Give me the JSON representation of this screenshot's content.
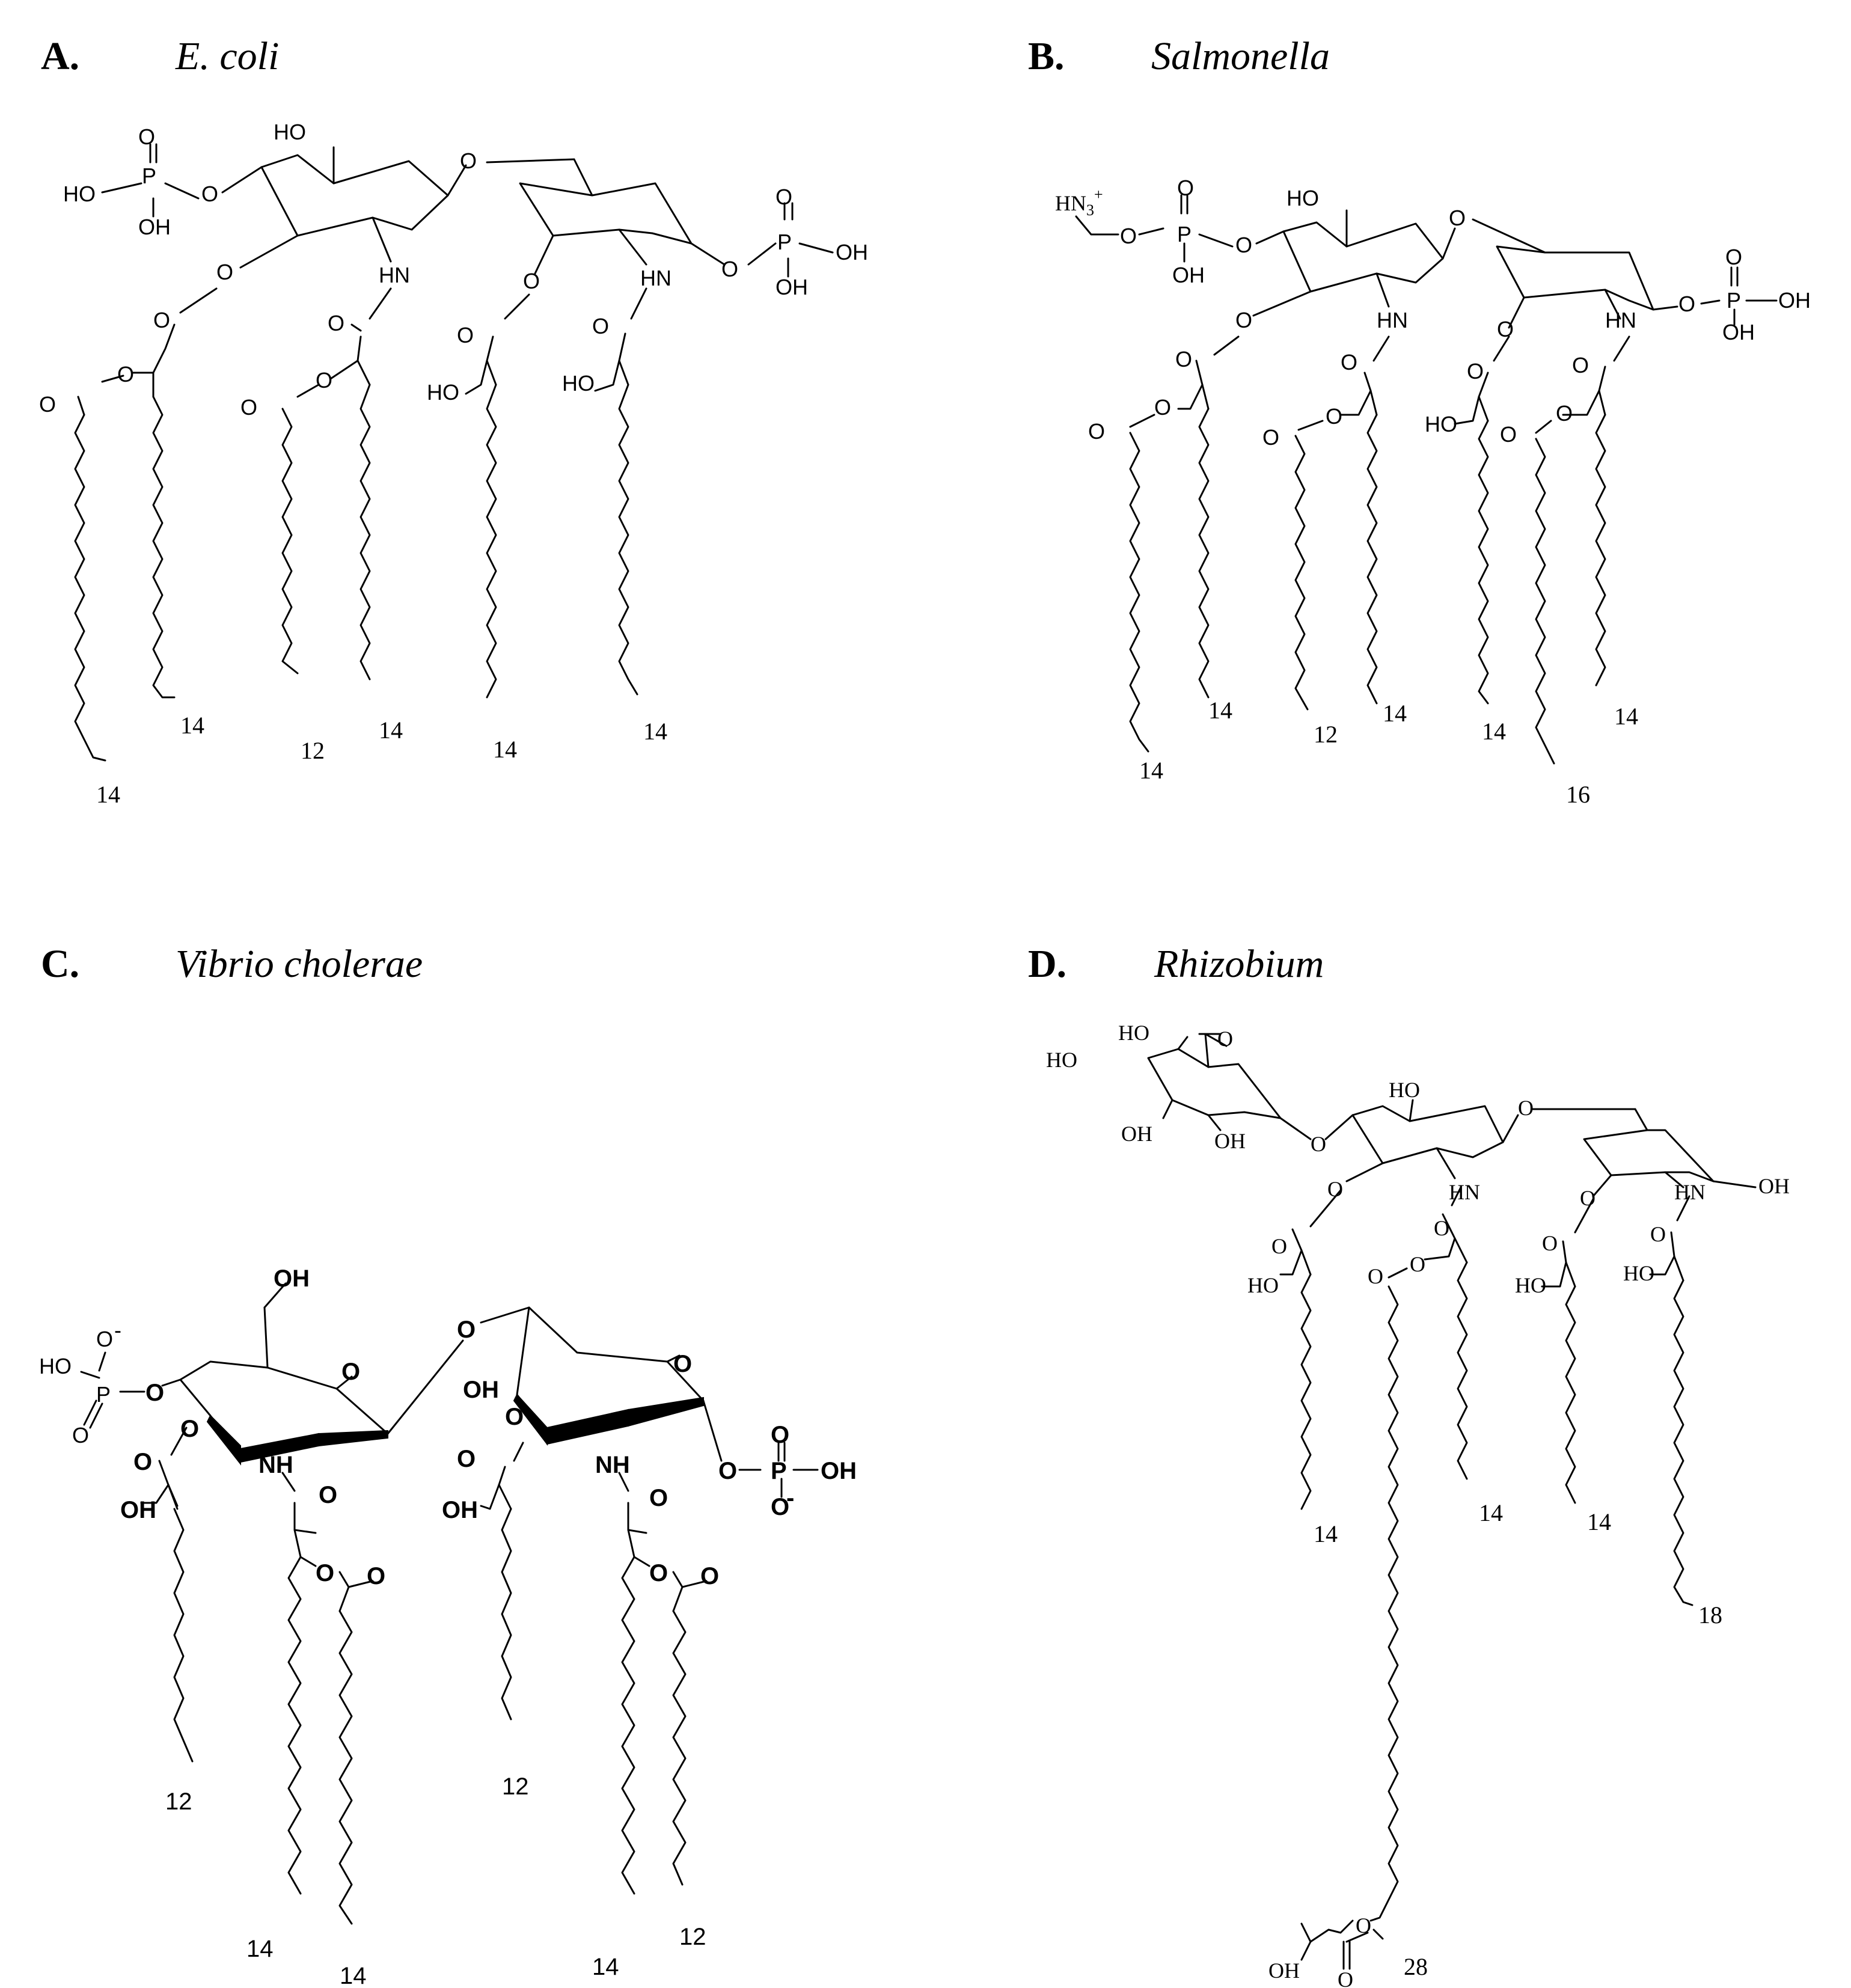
{
  "panels": [
    {
      "letter": "A.",
      "organism": "E. coli",
      "atoms": {
        "ho_top": "HO",
        "o_link": "O",
        "p_left": "P",
        "o_double_left": "O",
        "ho_p_left": "HO",
        "oh_p_left": "OH",
        "o_ester_left": "O",
        "hn_1": "HN",
        "o_ring_1a": "O",
        "o_ring_2": "O",
        "hn_2": "HN",
        "p_right": "P",
        "o_double_right": "O",
        "oh_p_right": "OH",
        "oh_p_right_2": "OH",
        "o_ester_right": "O",
        "o_c1": "O",
        "o_c2": "O",
        "o_c3": "O",
        "o_c4": "O",
        "o_c5": "O",
        "o_c6": "O",
        "o_c7": "O",
        "ho_c1": "HO",
        "ho_c2": "HO",
        "o_p_link_left": "O",
        "o_p_link_right": "O"
      },
      "chain_lengths": [
        "14",
        "14",
        "12",
        "14",
        "14",
        "14"
      ]
    },
    {
      "letter": "B.",
      "organism": "Salmonella",
      "atoms": {
        "hn3": "HN",
        "hn3_sub": "3",
        "hn3_sup": "+",
        "ho_top": "HO",
        "o_link": "O",
        "p_left": "P",
        "o_double_left": "O",
        "oh_p_left": "OH",
        "o_p_a": "O",
        "o_p_b": "O",
        "o_ester_left": "O",
        "hn_1": "HN",
        "hn_2": "HN",
        "p_right": "P",
        "o_double_right": "O",
        "oh_p_right": "OH",
        "oh_p_right_2": "OH",
        "o_p_link_right": "O",
        "o_ester_right": "O",
        "o_c1": "O",
        "o_c2": "O",
        "o_c3": "O",
        "o_c4": "O",
        "o_c5": "O",
        "o_c6": "O",
        "o_c7": "O",
        "o_c8": "O",
        "o_c9": "O",
        "o_c10": "O",
        "ho_c1": "HO"
      },
      "chain_lengths": [
        "14",
        "14",
        "12",
        "14",
        "14",
        "16",
        "14"
      ]
    },
    {
      "letter": "C.",
      "organism": "Vibrio cholerae",
      "atoms": {
        "oh_top": "OH",
        "ho_p": "HO",
        "p_left": "P",
        "o_minus_left": "O",
        "minus": "-",
        "o_double_left": "O",
        "o_p_link_left": "O",
        "o_ring_1": "O",
        "o_link": "O",
        "o_ring_2": "O",
        "oh_ring2": "OH",
        "o_ester_1": "O",
        "o_ester_2": "O",
        "nh_1": "NH",
        "nh_2": "NH",
        "o_c1": "O",
        "o_c2": "O",
        "o_c3": "O",
        "o_c4": "O",
        "o_c5": "O",
        "o_c6": "O",
        "o_c7": "O",
        "o_c8": "O",
        "oh_c1": "OH",
        "oh_c2": "OH",
        "o_p_link_right": "O",
        "p_right": "P",
        "o_double_right": "O",
        "oh_p_right": "OH",
        "o_minus_right": "O"
      },
      "chain_lengths": [
        "12",
        "14",
        "14",
        "12",
        "14",
        "12"
      ]
    },
    {
      "letter": "D.",
      "organism": "Rhizobium",
      "atoms": {
        "ho_acid": "HO",
        "o_acid": "O",
        "ho_kdo": "HO",
        "oh_kdo_1": "OH",
        "oh_kdo_2": "OH",
        "o_kdo_link": "O",
        "ho_top": "HO",
        "o_link": "O",
        "hn_1": "HN",
        "hn_2": "HN",
        "oh_right": "OH",
        "o_ester_1": "O",
        "o_ester_2": "O",
        "o_c1": "O",
        "o_c2": "O",
        "o_c3": "O",
        "o_c4": "O",
        "o_c5": "O",
        "o_c6": "O",
        "ho_c1": "HO",
        "ho_c2": "HO",
        "ho_c3": "HO",
        "o_end": "O",
        "o_end_double": "O",
        "oh_end": "OH"
      },
      "chain_lengths": [
        "14",
        "14",
        "14",
        "18",
        "28"
      ]
    }
  ]
}
